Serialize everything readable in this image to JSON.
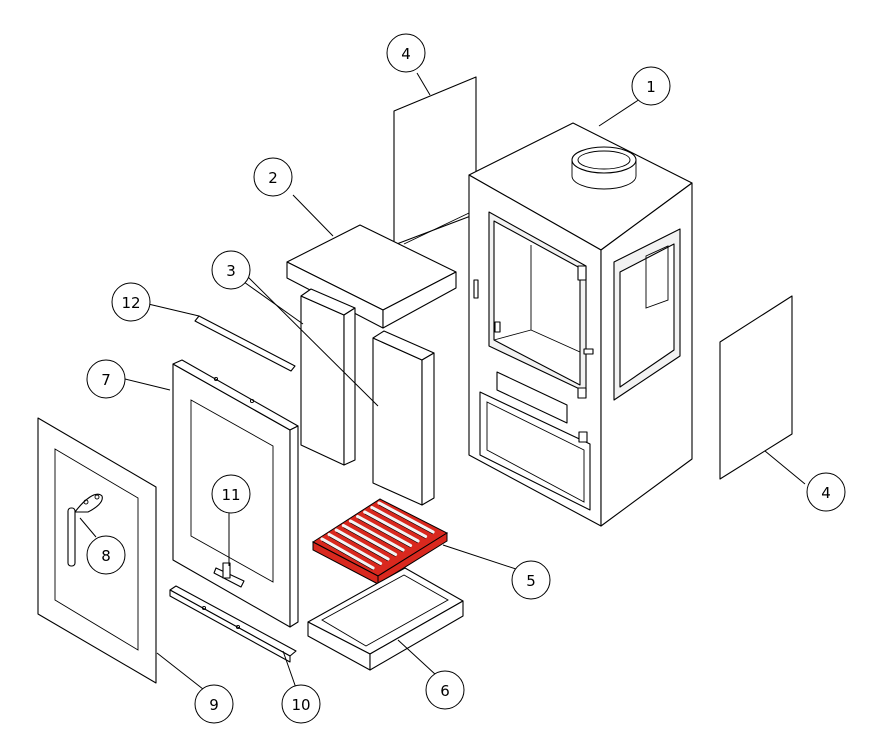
{
  "diagram": {
    "colors": {
      "line": "#000000",
      "background": "#ffffff",
      "grate_highlight": "#d9281e"
    },
    "parts": [
      {
        "id": "stove-body",
        "number": "1"
      },
      {
        "id": "top-baffle-plate",
        "number": "2"
      },
      {
        "id": "side-firebrick",
        "number": "3"
      },
      {
        "id": "side-glass-panel",
        "number": "4"
      },
      {
        "id": "fire-grate",
        "number": "5"
      },
      {
        "id": "ash-pan",
        "number": "6"
      },
      {
        "id": "door-frame",
        "number": "7"
      },
      {
        "id": "door-handle",
        "number": "8"
      },
      {
        "id": "front-glass-door",
        "number": "9"
      },
      {
        "id": "bottom-trim-bar",
        "number": "10"
      },
      {
        "id": "door-latch",
        "number": "11"
      },
      {
        "id": "rod",
        "number": "12"
      }
    ],
    "balloons": [
      {
        "label": "1"
      },
      {
        "label": "2"
      },
      {
        "label": "3"
      },
      {
        "label": "4"
      },
      {
        "label": "4"
      },
      {
        "label": "5"
      },
      {
        "label": "6"
      },
      {
        "label": "7"
      },
      {
        "label": "8"
      },
      {
        "label": "9"
      },
      {
        "label": "10"
      },
      {
        "label": "11"
      },
      {
        "label": "12"
      }
    ]
  }
}
